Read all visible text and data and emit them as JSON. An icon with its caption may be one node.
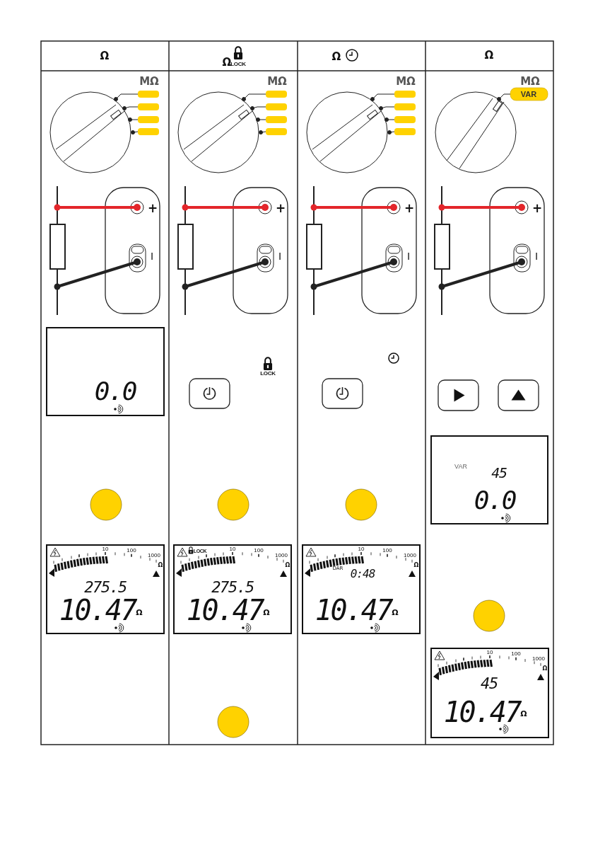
{
  "diagram": {
    "labels": [
      "Ω",
      "Ω",
      "LOCK",
      "Ω",
      "Ω",
      "MΩ",
      "MΩ",
      "MΩ",
      "MΩ",
      "VAR",
      "+",
      "I",
      "+",
      "I",
      "+",
      "I",
      "+",
      "I",
      "0.0",
      "LOCK",
      "VAR",
      "45",
      "0.0",
      "10",
      "100",
      "1000",
      "Ω",
      "275.5",
      "10.47",
      "Ω",
      "LOCK",
      "10",
      "100",
      "1000",
      "Ω",
      "275.5",
      "10.47",
      "Ω",
      "10",
      "100",
      "1000",
      "Ω",
      "DAR",
      "0:48",
      "10.47",
      "Ω",
      "10",
      "100",
      "1000",
      "Ω",
      "45",
      "10.47",
      "Ω"
    ]
  }
}
